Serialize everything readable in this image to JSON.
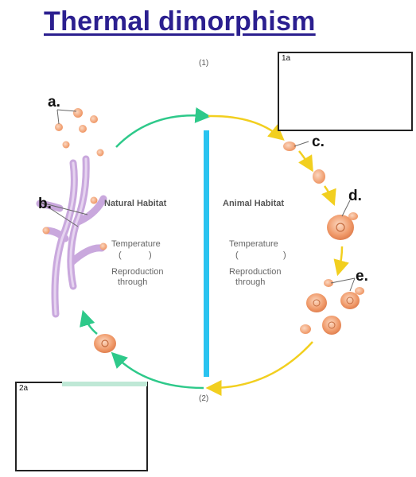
{
  "title": "Thermal dimorphism",
  "steps": {
    "one": "(1)",
    "two": "(2)"
  },
  "labels": {
    "a": "a.",
    "b": "b.",
    "c": "c.",
    "d": "d.",
    "e": "e."
  },
  "natural": {
    "heading": "Natural Habitat",
    "temperature": "Temperature",
    "paren_open": "(",
    "paren_close": ")",
    "reproduction": "Reproduction",
    "through": "through"
  },
  "animal": {
    "heading": "Animal Habitat",
    "temperature": "Temperature",
    "paren_open": "(",
    "paren_close": ")",
    "reproduction": "Reproduction",
    "through": "through"
  },
  "boxes": {
    "box1": "1a",
    "box2": "2a"
  },
  "colors": {
    "title": "#2b1f8f",
    "divider": "#29c3f0",
    "arrow_green": "#2ec98a",
    "arrow_yellow": "#f2cf1f",
    "hyphae": "#c9a8dd",
    "spore": "#f2a27a"
  }
}
